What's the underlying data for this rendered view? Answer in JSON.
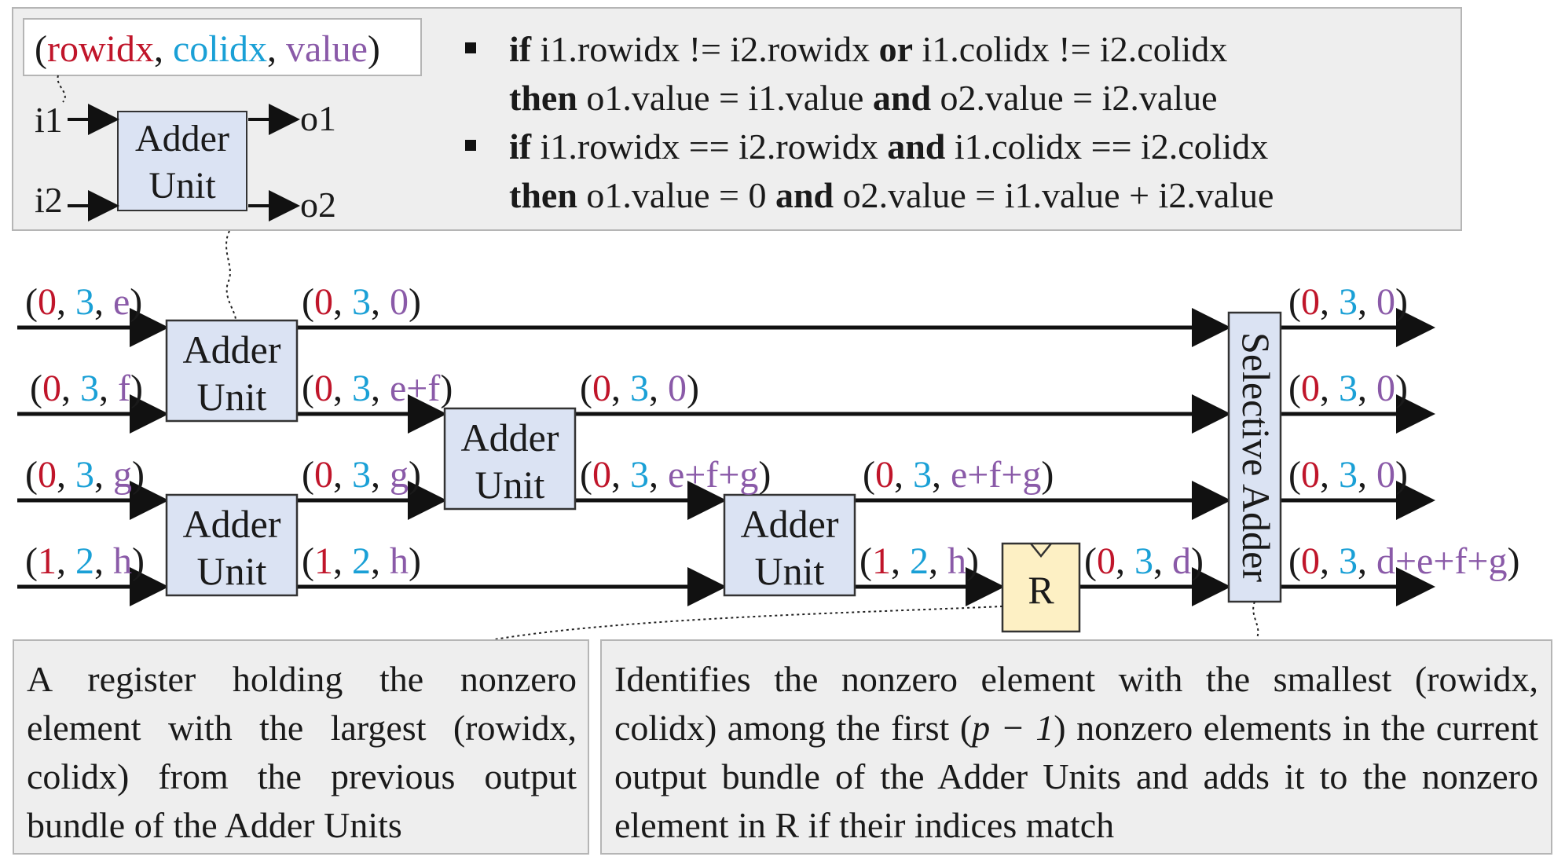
{
  "legend": {
    "open": "(",
    "rowidx": "rowidx",
    "sep1": ", ",
    "colidx": "colidx",
    "sep2": ", ",
    "value": "value",
    "close": ")"
  },
  "legend_unit": {
    "label_line1": "Adder",
    "label_line2": "Unit",
    "in1": "i1",
    "in2": "i2",
    "out1": "o1",
    "out2": "o2"
  },
  "rules": [
    {
      "if_kw": "if",
      "cond_a": " i1.rowidx != i2.rowidx ",
      "join_kw": "or",
      "cond_b": " i1.colidx != i2.colidx",
      "then_kw": "then",
      "act_a": " o1.value = i1.value ",
      "and_kw": "and",
      "act_b": " o2.value = i2.value"
    },
    {
      "if_kw": "if",
      "cond_a": " i1.rowidx == i2.rowidx ",
      "join_kw": "and",
      "cond_b": " i1.colidx == i2.colidx",
      "then_kw": "then",
      "act_a": " o1.value = 0 ",
      "and_kw": "and",
      "act_b": " o2.value = i1.value + i2.value"
    }
  ],
  "units": {
    "line1": "Adder",
    "line2": "Unit"
  },
  "register_label": "R",
  "selective_adder_label": "Selective Adder",
  "tuples": {
    "in_a": {
      "r": "0",
      "c": "3",
      "v": "e"
    },
    "in_b": {
      "r": "0",
      "c": "3",
      "v": "f"
    },
    "in_c": {
      "r": "0",
      "c": "3",
      "v": "g"
    },
    "in_d": {
      "r": "1",
      "c": "2",
      "v": "h"
    },
    "u1_o1": {
      "r": "0",
      "c": "3",
      "v": "0"
    },
    "u1_o2": {
      "r": "0",
      "c": "3",
      "v": "e+f"
    },
    "u2_o1": {
      "r": "0",
      "c": "3",
      "v": "g"
    },
    "u2_o2": {
      "r": "1",
      "c": "2",
      "v": "h"
    },
    "u3_o1": {
      "r": "0",
      "c": "3",
      "v": "0"
    },
    "u3_o2": {
      "r": "0",
      "c": "3",
      "v": "e+f+g"
    },
    "u4_o1": {
      "r": "0",
      "c": "3",
      "v": "e+f+g"
    },
    "u4_o2": {
      "r": "1",
      "c": "2",
      "v": "h"
    },
    "reg_out": {
      "r": "0",
      "c": "3",
      "v": "d"
    },
    "out_1": {
      "r": "0",
      "c": "3",
      "v": "0"
    },
    "out_2": {
      "r": "0",
      "c": "3",
      "v": "0"
    },
    "out_3": {
      "r": "0",
      "c": "3",
      "v": "0"
    },
    "out_4": {
      "r": "0",
      "c": "3",
      "v": "d+e+f+g"
    }
  },
  "notes": {
    "register": "A register holding the nonzero element with the largest (rowidx, colidx) from the previous output bundle of the Adder Units",
    "selective_pre": "Identifies the nonzero element with the smallest (rowidx, colidx) among the first (",
    "selective_math": "p − 1",
    "selective_post": ") nonzero elements in the current output bundle of the Adder Units and adds it to the nonzero element in R if their indices match"
  },
  "colors": {
    "rowidx": "#c0152a",
    "colidx": "#1aa0d6",
    "value": "#8a5aa8",
    "unit_fill": "#dbe3f3",
    "register_fill": "#fdf0c4",
    "panel_fill": "#eeeeee"
  }
}
